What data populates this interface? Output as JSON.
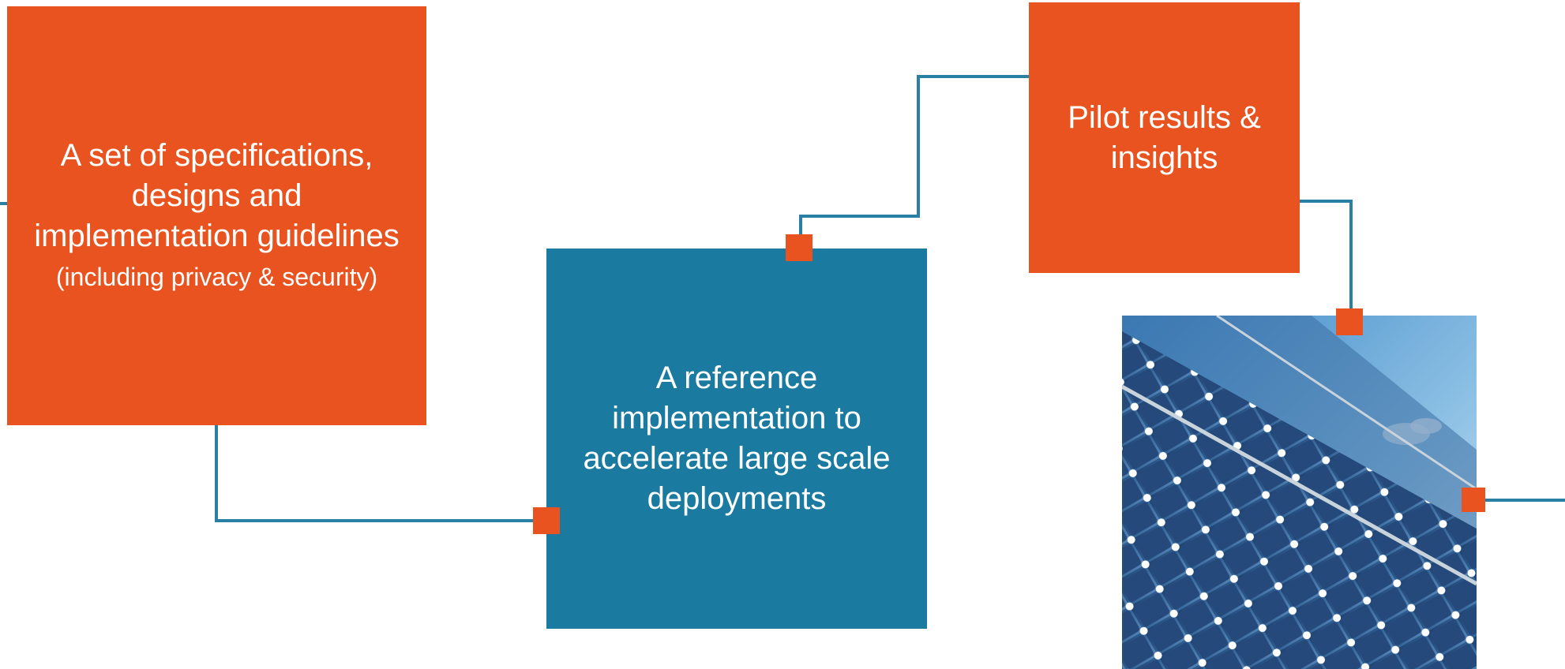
{
  "colors": {
    "orange": "#e8531f",
    "blue": "#1a7aa0",
    "line": "#2a7fa4"
  },
  "boxes": {
    "specs": {
      "main": "A set of specifications, designs and implementation guidelines",
      "sub": "(including privacy & security)"
    },
    "reference": {
      "text": "A reference implementation to accelerate large scale deployments"
    },
    "pilot": {
      "text": "Pilot results & insights"
    }
  },
  "image": {
    "subject": "solar-panels-photo"
  }
}
